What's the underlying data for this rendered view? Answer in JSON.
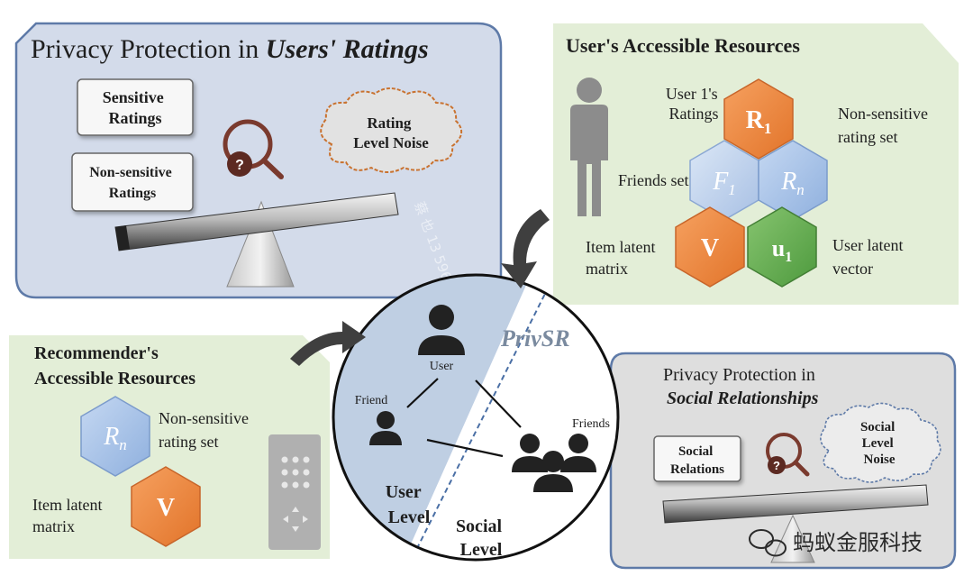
{
  "panels": {
    "ratings": {
      "title_prefix": "Privacy Protection in",
      "title_emph": "Users' Ratings",
      "sensitive": [
        "Sensitive",
        "Ratings"
      ],
      "nonsensitive": [
        "Non-sensitive",
        "Ratings"
      ],
      "noise": [
        "Rating",
        "Level Noise"
      ]
    },
    "user_resources": {
      "title": "User's Accessible Resources",
      "ratings_label": [
        "User 1's",
        "Ratings"
      ],
      "nonsensitive_label": [
        "Non-sensitive",
        "rating set"
      ],
      "friends_label": "Friends set",
      "item_label": [
        "Item latent",
        "matrix"
      ],
      "user_vector_label": [
        "User latent",
        "vector"
      ],
      "hex": {
        "r1": "R",
        "r1_sub": "1",
        "f1": "F",
        "f1_sub": "1",
        "rn": "R",
        "rn_sub": "n",
        "v": "V",
        "u1": "u",
        "u1_sub": "1"
      }
    },
    "recommender": {
      "title": [
        "Recommender's",
        "Accessible Resources"
      ],
      "nonsensitive_label": [
        "Non-sensitive",
        "rating set"
      ],
      "item_label": [
        "Item latent",
        "matrix"
      ],
      "hex": {
        "rn": "R",
        "rn_sub": "n",
        "v": "V"
      }
    },
    "social": {
      "title_prefix": "Privacy Protection in",
      "title_emph": "Social Relationships",
      "relations": [
        "Social",
        "Relations"
      ],
      "noise": [
        "Social",
        "Level",
        "Noise"
      ]
    }
  },
  "center": {
    "title": "PrivSR",
    "user": "User",
    "friend": "Friend",
    "friends": "Friends",
    "user_level": [
      "User",
      "Level"
    ],
    "social_level": [
      "Social",
      "Level"
    ]
  },
  "watermark": "蚂蚁金服科技",
  "colors": {
    "blue_panel": "#d4dcec",
    "green_panel": "#e4efd8",
    "gray_panel": "#dedede",
    "orange": "#f08a3c",
    "green": "#6db05a",
    "blue_hex": "#a9c3e8"
  }
}
